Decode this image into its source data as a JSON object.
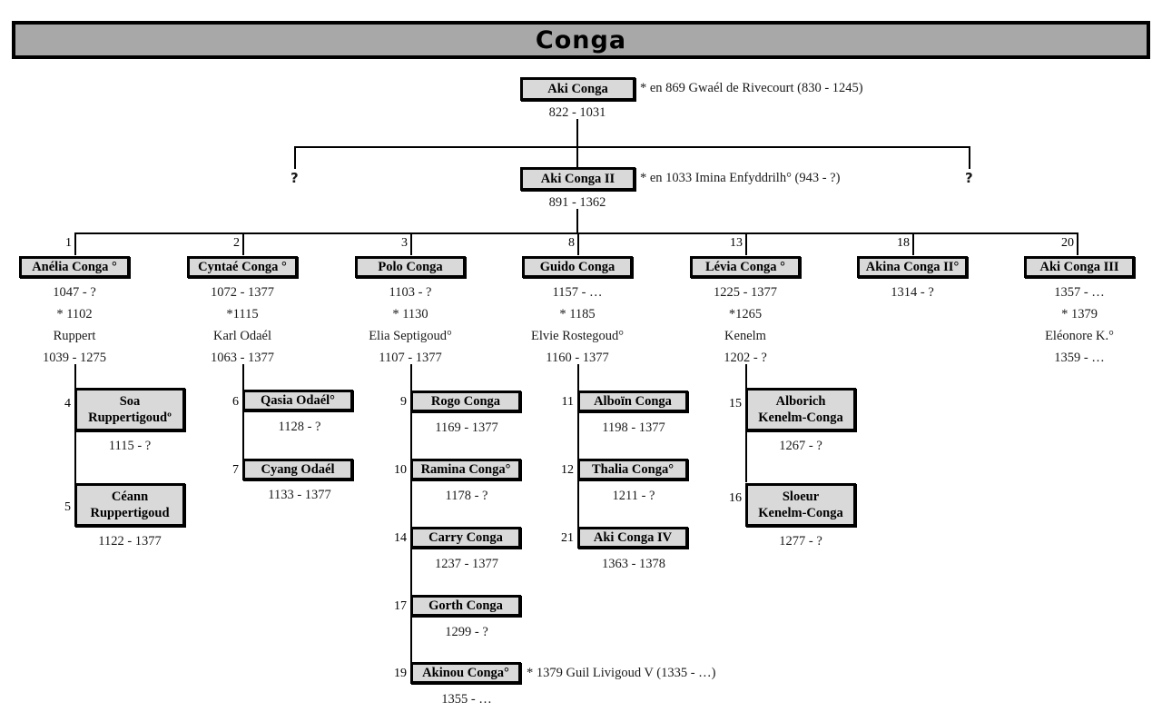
{
  "title": "Conga",
  "root": {
    "name": "Aki Conga",
    "dates": "822 - 1031",
    "spouse_note": "* en 869 Gwaél de Rivecourt (830 - 1245)"
  },
  "gen2": {
    "name": "Aki Conga II",
    "dates": "891 - 1362",
    "spouse_note": "* en 1033 Imina Enfyddrilh° (943 - ?)",
    "unknown_left": "?",
    "unknown_right": "?"
  },
  "gen3": [
    {
      "num": "1",
      "name": "Anélia Conga °",
      "dates": "1047 - ?",
      "marriage_year": "* 1102",
      "spouse_name": "Ruppert",
      "spouse_dates": "1039 - 1275"
    },
    {
      "num": "2",
      "name": "Cyntaé Conga °",
      "dates": "1072 - 1377",
      "marriage_year": "*1115",
      "spouse_name": "Karl Odaél",
      "spouse_dates": "1063 - 1377"
    },
    {
      "num": "3",
      "name": "Polo Conga",
      "dates": "1103 - ?",
      "marriage_year": "* 1130",
      "spouse_name": "Elia Septigoud°",
      "spouse_dates": "1107 - 1377"
    },
    {
      "num": "8",
      "name": "Guido Conga",
      "dates": "1157 - …",
      "marriage_year": "* 1185",
      "spouse_name": "Elvie Rostegoud°",
      "spouse_dates": "1160 - 1377"
    },
    {
      "num": "13",
      "name": "Lévia Conga °",
      "dates": "1225 - 1377",
      "marriage_year": "*1265",
      "spouse_name": "Kenelm",
      "spouse_dates": "1202 - ?"
    },
    {
      "num": "18",
      "name": "Akina Conga II°",
      "dates": "1314 - ?",
      "marriage_year": "",
      "spouse_name": "",
      "spouse_dates": ""
    },
    {
      "num": "20",
      "name": "Aki Conga III",
      "dates": "1357 -  …",
      "marriage_year": "* 1379",
      "spouse_name": "Eléonore K.°",
      "spouse_dates": "1359 - …"
    }
  ],
  "gen4": {
    "col_anelia": [
      {
        "num": "4",
        "name_line1": "Soa",
        "name_line2": "Ruppertigoudº",
        "dates": "1115 - ?"
      },
      {
        "num": "5",
        "name_line1": "Céann",
        "name_line2": "Ruppertigoud",
        "dates": "1122 - 1377"
      }
    ],
    "col_cyntae": [
      {
        "num": "6",
        "name_line1": "Qasia Odaél°",
        "name_line2": "",
        "dates": "1128 - ?"
      },
      {
        "num": "7",
        "name_line1": "Cyang Odaél",
        "name_line2": "",
        "dates": "1133 - 1377"
      }
    ],
    "col_polo": [
      {
        "num": "9",
        "name_line1": "Rogo Conga",
        "name_line2": "",
        "dates": "1169 - 1377"
      },
      {
        "num": "10",
        "name_line1": "Ramina Conga°",
        "name_line2": "",
        "dates": "1178 - ?"
      },
      {
        "num": "14",
        "name_line1": "Carry Conga",
        "name_line2": "",
        "dates": "1237 - 1377"
      },
      {
        "num": "17",
        "name_line1": "Gorth Conga",
        "name_line2": "",
        "dates": "1299 - ?"
      },
      {
        "num": "19",
        "name_line1": "Akinou Conga°",
        "name_line2": "",
        "dates": "1355 - …",
        "spouse_note": "* 1379 Guil Livigoud V (1335 - …)"
      }
    ],
    "col_guido": [
      {
        "num": "11",
        "name_line1": "Alboïn Conga",
        "name_line2": "",
        "dates": "1198 - 1377"
      },
      {
        "num": "12",
        "name_line1": "Thalia Conga°",
        "name_line2": "",
        "dates": "1211 - ?"
      },
      {
        "num": "21",
        "name_line1": "Aki Conga IV",
        "name_line2": "",
        "dates": "1363 - 1378"
      }
    ],
    "col_levia": [
      {
        "num": "15",
        "name_line1": "Alborich",
        "name_line2": "Kenelm-Conga",
        "dates": "1267 - ?"
      },
      {
        "num": "16",
        "name_line1": "Sloeur",
        "name_line2": "Kenelm-Conga",
        "dates": "1277 - ?"
      }
    ]
  },
  "colors": {
    "banner_fill": "#a8a8a8",
    "box_fill": "#d9d9d9",
    "line": "#000000",
    "text": "#000000"
  }
}
